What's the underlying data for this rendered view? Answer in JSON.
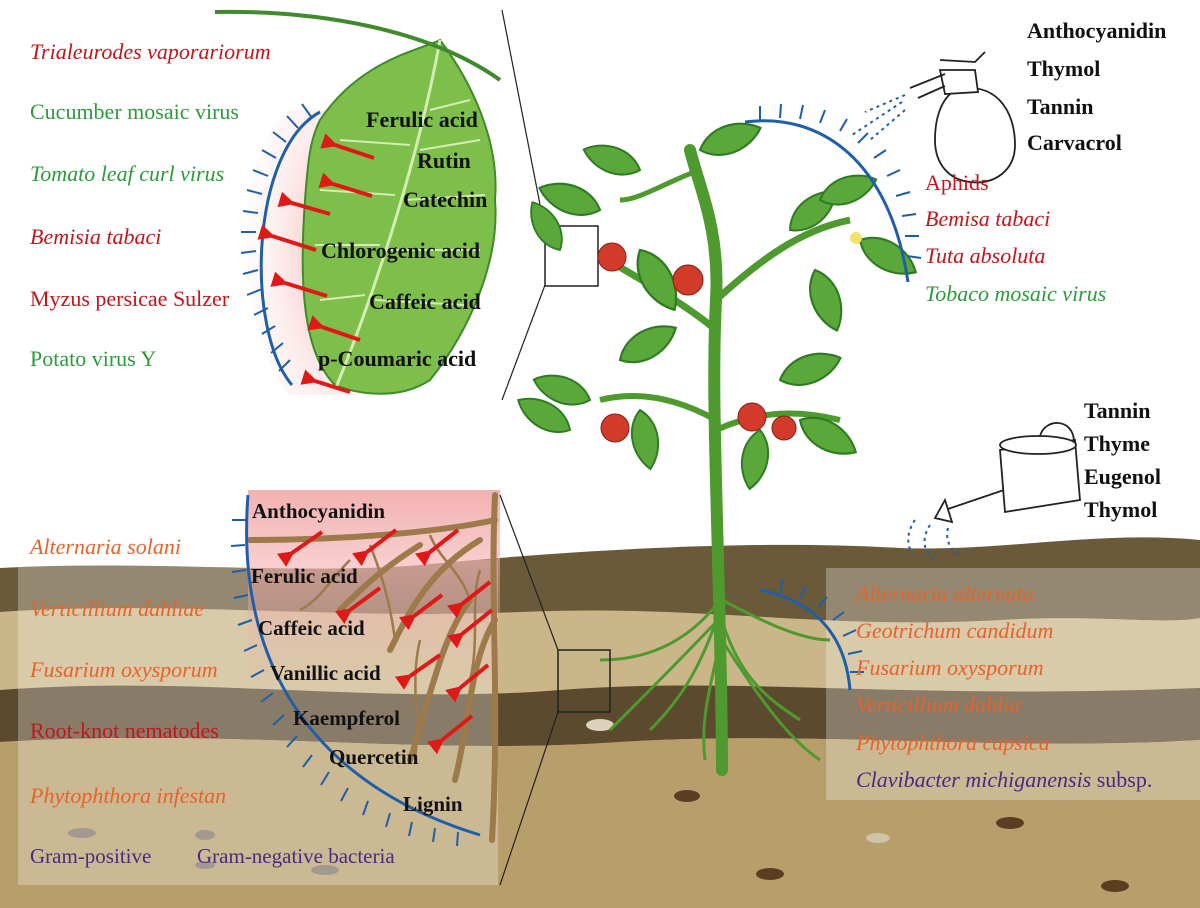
{
  "colors": {
    "pest_red": "#c0161c",
    "virus_green": "#2e9a3c",
    "fungus_orange": "#e8632a",
    "bacteria_purple": "#4a2a86",
    "compound_black": "#111111",
    "barrier_blue": "#1f5fa8",
    "arrow_red": "#e01818",
    "soil_dark": "#6b5a3a",
    "soil_light": "#cbb689",
    "leaf_green": "#5aa83a",
    "tomato_red": "#d23a2a"
  },
  "leaf_panel": {
    "threats": [
      {
        "text": "Trialeurodes vaporariorum",
        "color": "#c0161c",
        "italic": true
      },
      {
        "text": "Cucumber mosaic virus",
        "color": "#2e9a3c",
        "italic": false
      },
      {
        "text": "Tomato leaf curl virus",
        "color": "#2e9a3c",
        "italic": true
      },
      {
        "text": "Bemisia tabaci",
        "color": "#c0161c",
        "italic": true
      },
      {
        "text": "Myzus persicae Sulzer",
        "color": "#c0161c",
        "italic": false
      },
      {
        "text": "Potato virus Y",
        "color": "#2e9a3c",
        "italic": false
      }
    ],
    "compounds": [
      "Ferulic acid",
      "Rutin",
      "Catechin",
      "Chlorogenic acid",
      "Caffeic acid",
      "p-Coumaric acid"
    ]
  },
  "spray": {
    "compounds": [
      "Anthocyanidin",
      "Thymol",
      "Tannin",
      "Carvacrol"
    ],
    "threats": [
      {
        "text": "Aphids",
        "color": "#c0161c",
        "italic": false
      },
      {
        "text": "Bemisa tabaci",
        "color": "#c0161c",
        "italic": true
      },
      {
        "text": "Tuta absoluta",
        "color": "#c0161c",
        "italic": true
      },
      {
        "text": "Tobaco mosaic virus",
        "color": "#2e9a3c",
        "italic": true
      }
    ]
  },
  "watering": {
    "compounds": [
      "Tannin",
      "Thyme",
      "Eugenol",
      "Thymol"
    ]
  },
  "root_panel": {
    "compounds": [
      "Anthocyanidin",
      "Ferulic acid",
      "Caffeic acid",
      "Vanillic acid",
      "Kaempferol",
      "Quercetin",
      "Lignin"
    ],
    "threats": [
      {
        "text": "Alternaria solani",
        "color": "#e8632a",
        "italic": true
      },
      {
        "text": "Verticillium dahliae",
        "color": "#e8632a",
        "italic": true
      },
      {
        "text": "Fusarium oxysporum",
        "color": "#e8632a",
        "italic": true
      },
      {
        "text": "Root-knot nematodes",
        "color": "#c0161c",
        "italic": false
      },
      {
        "text": "Phytophthora infestan",
        "color": "#e8632a",
        "italic": true
      }
    ],
    "bacteria": [
      "Gram-positive",
      "Gram-negative bacteria"
    ]
  },
  "soil_panel": {
    "threats": [
      {
        "text": "Alternaria alternata",
        "color": "#e8632a",
        "italic": true
      },
      {
        "text": "Geotrichum candidum",
        "color": "#e8632a",
        "italic": true
      },
      {
        "text": "Fusarium oxysporum",
        "color": "#e8632a",
        "italic": true
      },
      {
        "text": "Verticillium dahlia",
        "color": "#e8632a",
        "italic": true
      },
      {
        "text": "Phytophthora capsica",
        "color": "#e8632a",
        "italic": true
      }
    ],
    "bacterium_italic": "Clavibacter michiganensis",
    "bacterium_suffix": " subsp."
  }
}
